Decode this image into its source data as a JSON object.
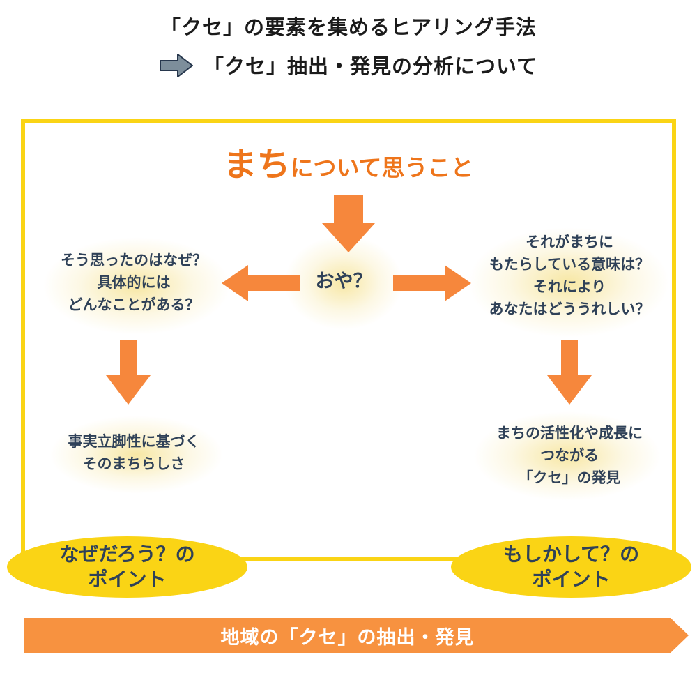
{
  "colors": {
    "frame_yellow": "#FAD415",
    "title_orange": "#EE751B",
    "arrow_orange": "#F6873C",
    "banner_orange": "#F79240",
    "text_navy": "#2F4158",
    "header_text": "#1B1B1B",
    "header_arrow_fill": "#7D8E9B",
    "header_arrow_stroke": "#27374D"
  },
  "header": {
    "line1": "「クセ」の要素を集めるヒアリング手法",
    "arrow_icon": "block-right-arrow",
    "line2": "「クセ」抽出・発見の分析について"
  },
  "diagram": {
    "frame_title": {
      "emphasis": "まち",
      "rest": "について思うこと"
    },
    "center_prompt": "おや？",
    "left_question": {
      "lines": [
        "そう思ったのはなぜ？",
        "具体的には",
        "どんなことがある？"
      ]
    },
    "right_question": {
      "lines": [
        "それがまちに",
        "もたらしている意味は？",
        "それにより",
        "あなたはどううれしい？"
      ]
    },
    "left_result": {
      "lines": [
        "事実立脚性に基づく",
        "そのまちらしさ"
      ]
    },
    "right_result": {
      "lines": [
        "まちの活性化や成長に",
        "つながる",
        "「クセ」の発見"
      ]
    },
    "left_point": {
      "lines": [
        "なぜだろう？の",
        "ポイント"
      ]
    },
    "right_point": {
      "lines": [
        "もしかして？の",
        "ポイント"
      ]
    },
    "banner": "地域の「クセ」の抽出・発見"
  }
}
